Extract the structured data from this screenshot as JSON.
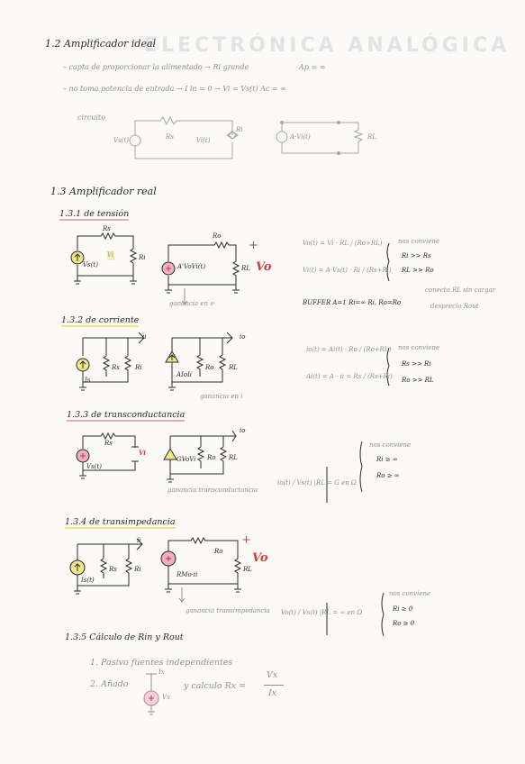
{
  "watermark": "ELECTRÓNICA ANALÓGICA",
  "s12": {
    "title": "1.2 Amplificador ideal",
    "bullet1": "– capta de proporcionar la alimentado → Ri grande",
    "bullet1_eq": "Ap = ∞",
    "bullet2": "– no toma potencia de entrada → I in = 0 → Vi = Vs(t)  Ac = ∞",
    "circuit_label": "circuito",
    "labels": [
      "Vs(t)",
      "Rs",
      "Vi(t)",
      "Ri",
      "A·Vi(t)",
      "RL"
    ]
  },
  "s13": {
    "title": "1.3 Amplificador real",
    "s131": {
      "title": "1.3.1 de tensión",
      "labels": [
        "Rs",
        "Vs(t)",
        "Vi",
        "Ri",
        "Ro",
        "A'VoVi(t)",
        "RL",
        "Vo"
      ],
      "gain_note": "ganancia en v",
      "eq1": "Vo(t) = Vi · RL / (Ro+RL)",
      "eq2": "Vi(t) = A·Vs(t) · Ri / (Rs+Ri)",
      "conv": "nos conviene",
      "cond1": "Ri >> Rs",
      "cond2": "RL >> Ro",
      "buffer": "BUFFER  A=1  Ri=∞ Ri, Ro=Ro",
      "side1": "conecto RL sin cargar",
      "side2": "desprecio Rout"
    },
    "s132": {
      "title": "1.3.2 de corriente",
      "labels": [
        "Is",
        "Rs",
        "Ri",
        "ii",
        "io",
        "AIoIi",
        "Ro",
        "RL"
      ],
      "gain_note": "ganancia en i",
      "eq1": "io(t) = Ai(t) · Ro / (Ro+RL)",
      "eq2": "Ai(t) = A · ii = Rs / (Rs+Ri)",
      "conv": "nos conviene",
      "cond1": "Rs >> Ri",
      "cond2": "Ro >> RL"
    },
    "s133": {
      "title": "1.3.3 de transconductancia",
      "labels": [
        "Rs",
        "Vs(t)",
        "Vi",
        "io",
        "GVoVi",
        "Ro",
        "RL"
      ],
      "gain_note": "ganancia transconductancia",
      "eq": "io(t) / Vs(t) |RL = G en Ω",
      "conv": "nos conviene",
      "cond1": "Ri ≥ ∞",
      "cond2": "Ro ≥ ∞"
    },
    "s134": {
      "title": "1.3.4 de transimpedancia",
      "labels": [
        "Is(t)",
        "Rs",
        "Ri",
        "ii",
        "Ro",
        "RMo·ii",
        "RL",
        "Vo"
      ],
      "gain_note": "ganancia transimpedancia",
      "eq": "Vo(t) / Vs(t) |RL = ∞ en Ω",
      "conv": "nos conviene",
      "cond1": "Ri ≥ 0",
      "cond2": "Ro ≥ 0"
    },
    "s135": {
      "title": "1.3.5 Cálculo de Rin y Rout",
      "step1": "1. Pasivo fuentes independientes",
      "step2": "2. Añado",
      "ix": "Ix",
      "vx": "Vx",
      "calc": "y calculo  Rx =",
      "frac_num": "Vx",
      "frac_den": "Ix"
    }
  },
  "colors": {
    "ink": "#2a2a2a",
    "pencil": "#8f8f8f",
    "source_yellow": "#f3e58a",
    "source_pink": "#efb0c2",
    "accent_red": "#d43c3c",
    "highlight_red": "#e8a9b8",
    "highlight_yellow": "#f2e27d"
  }
}
